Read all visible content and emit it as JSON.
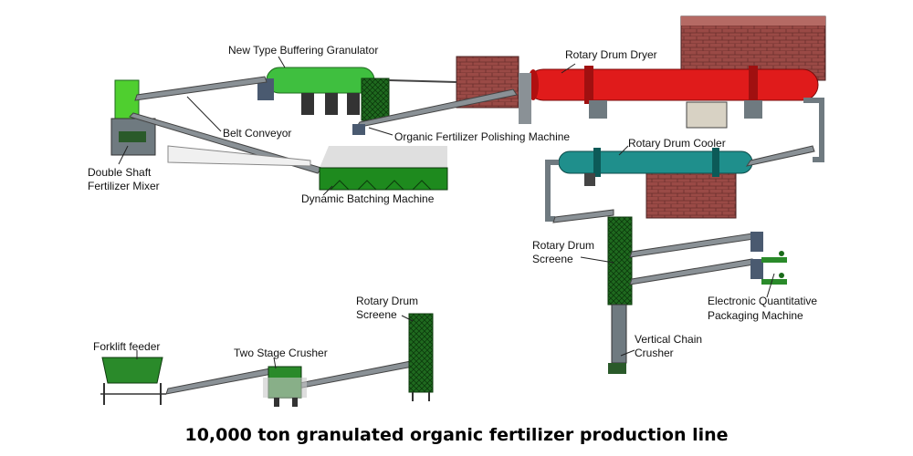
{
  "labels": {
    "granulator": "New Type Buffering Granulator",
    "dryer": "Rotary Drum Dryer",
    "belt_conveyor": "Belt Conveyor",
    "polishing": "Organic Fertilizer Polishing Machine",
    "mixer_line1": "Double Shaft",
    "mixer_line2": "Fertilizer Mixer",
    "cooler": "Rotary Drum Cooler",
    "batching": "Dynamic Batching Machine",
    "screener_right_line1": "Rotary Drum",
    "screener_right_line2": "Screene",
    "packaging_line1": "Electronic Quantitative",
    "packaging_line2": "Packaging Machine",
    "screener_left_line1": "Rotary Drum",
    "screener_left_line2": "Screene",
    "vertical_crusher_line1": "Vertical Chain",
    "vertical_crusher_line2": "Crusher",
    "forklift": "Forklift feeder",
    "two_stage_crusher": "Two Stage Crusher"
  },
  "caption": "10,000 ton granulated organic fertilizer production line",
  "colors": {
    "dryer": "#e01b1b",
    "granulator": "#3fbf3f",
    "cooler": "#1f8f8c",
    "equipment_green": "#1a6a1a",
    "mixer": "#4fcf2f",
    "brick": "#9a4a46",
    "steel": "#6f7a80",
    "conveyor": "#8a9196"
  },
  "icons": [
    "brick-house-icon",
    "conveyor-icon",
    "drum-icon",
    "hopper-icon"
  ]
}
